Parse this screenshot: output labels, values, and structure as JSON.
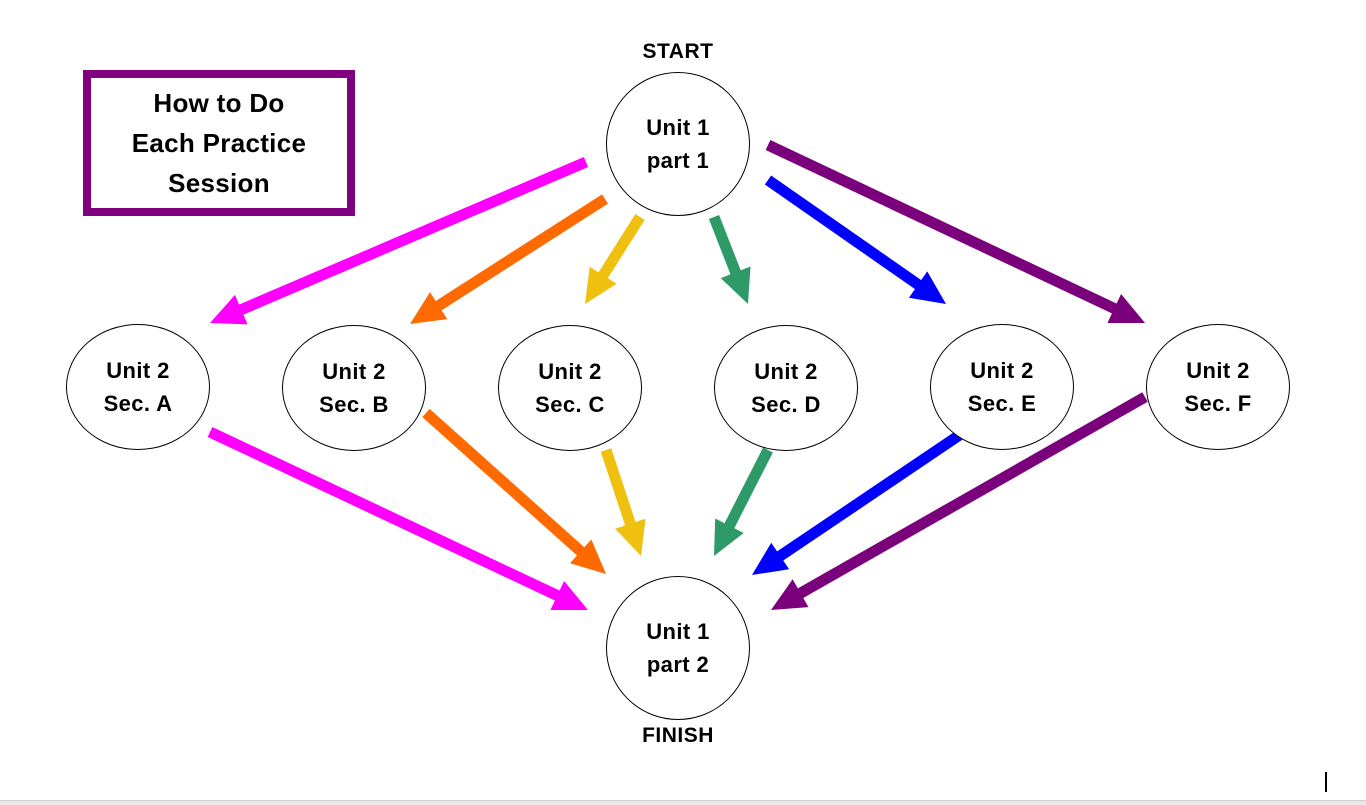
{
  "title": "How to Do\nEach Practice\nSession",
  "start_label": "START",
  "finish_label": "FINISH",
  "start_node": {
    "line1": "Unit 1",
    "line2": "part 1"
  },
  "finish_node": {
    "line1": "Unit 1",
    "line2": "part 2"
  },
  "sections": [
    {
      "line1": "Unit 2",
      "line2": "Sec. A",
      "color": "#ff00ff"
    },
    {
      "line1": "Unit 2",
      "line2": "Sec. B",
      "color": "#ff6a00"
    },
    {
      "line1": "Unit 2",
      "line2": "Sec. C",
      "color": "#f0c010"
    },
    {
      "line1": "Unit 2",
      "line2": "Sec. D",
      "color": "#2e9a68"
    },
    {
      "line1": "Unit 2",
      "line2": "Sec. E",
      "color": "#0000ff"
    },
    {
      "line1": "Unit 2",
      "line2": "Sec. F",
      "color": "#7b007b"
    }
  ],
  "colors": {
    "title_border": "#800080"
  }
}
